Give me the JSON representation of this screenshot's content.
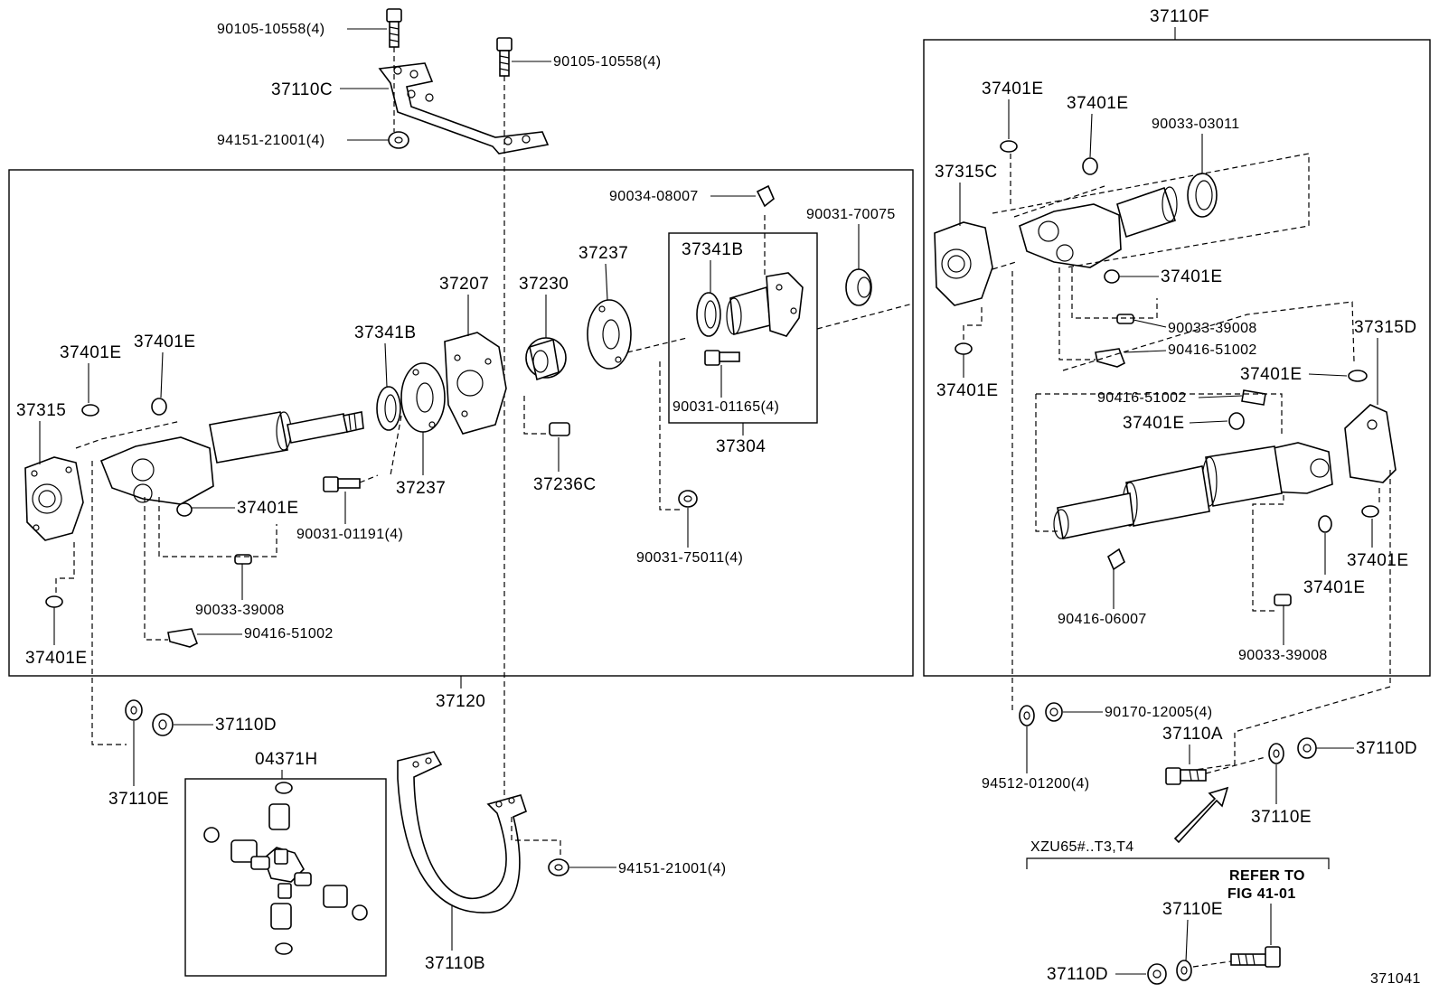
{
  "labels": {
    "p90105_a": "90105-10558(4)",
    "p90105_b": "90105-10558(4)",
    "p37110C": "37110C",
    "p94151_a": "94151-21001(4)",
    "p90034": "90034-08007",
    "p90031_70075": "90031-70075",
    "p37341B_box": "37341B",
    "p37237_top": "37237",
    "p37230": "37230",
    "p37207": "37207",
    "p37341B": "37341B",
    "p37401E_l1": "37401E",
    "p37401E_l2": "37401E",
    "p37315": "37315",
    "p37401E_l3": "37401E",
    "p37237_low": "37237",
    "p37236C": "37236C",
    "p90031_01165": "90031-01165(4)",
    "p37304": "37304",
    "p90031_01191": "90031-01191(4)",
    "p90031_75011": "90031-75011(4)",
    "p90033_l": "90033-39008",
    "p90416_l": "90416-51002",
    "p37401E_l4": "37401E",
    "p37120": "37120",
    "p37110D_l": "37110D",
    "p37110E_l": "37110E",
    "p04371H": "04371H",
    "p94151_b": "94151-21001(4)",
    "p37110B": "37110B",
    "p37110F": "37110F",
    "p37401E_r1": "37401E",
    "p37401E_r2": "37401E",
    "p90033_03011": "90033-03011",
    "p37315C": "37315C",
    "p37401E_r3": "37401E",
    "p90033_r1": "90033-39008",
    "p90416_r1": "90416-51002",
    "p37401E_r4": "37401E",
    "p37315D": "37315D",
    "p37401E_r5": "37401E",
    "p90416_r2": "90416-51002",
    "p37401E_r6": "37401E",
    "p37401E_r7": "37401E",
    "p37401E_r8": "37401E",
    "p90416_06007": "90416-06007",
    "p90033_r2": "90033-39008",
    "p90170": "90170-12005(4)",
    "p94512": "94512-01200(4)",
    "p37110A": "37110A",
    "p37110D_r": "37110D",
    "p37110E_r": "37110E",
    "p_variant": "XZU65#..T3,T4",
    "p_refer1": "REFER TO",
    "p_refer2": "FIG 41-01",
    "p37110E_b": "37110E",
    "p37110D_b": "37110D",
    "p_fig": "371041"
  }
}
